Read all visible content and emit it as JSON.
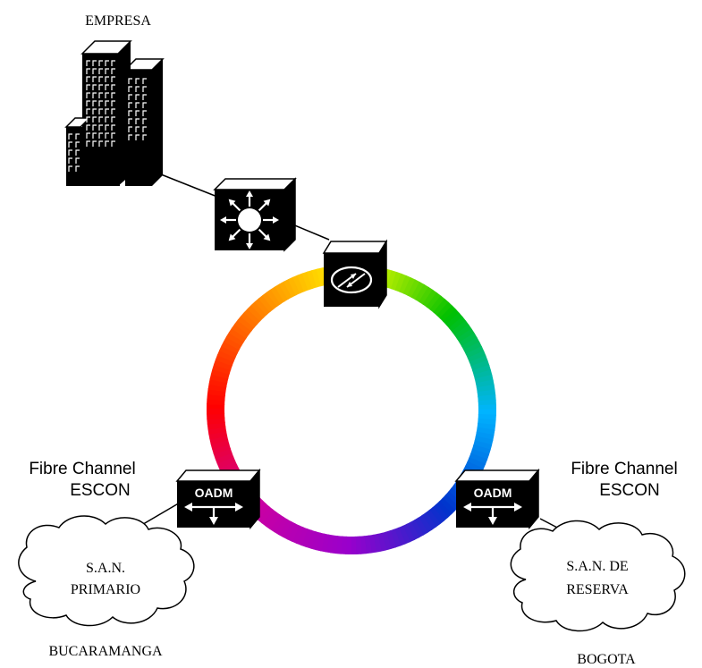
{
  "labels": {
    "empresa": "EMPRESA",
    "left_protocols": {
      "line1": "Fibre Channel",
      "line2": "ESCON"
    },
    "right_protocols": {
      "line1": "Fibre Channel",
      "line2": "ESCON"
    },
    "left_device": "OADM",
    "right_device": "OADM",
    "san_primary": {
      "line1": "S.A.N.",
      "line2": "PRIMARIO"
    },
    "san_backup": {
      "line1": "S.A.N. DE",
      "line2": "RESERVA"
    },
    "city_left": "BUCARAMANGA",
    "city_right": "BOGOTA"
  },
  "icons": {
    "building": "building-icon",
    "switch": "layer3-switch-icon",
    "ring_node": "optical-router-icon",
    "oadm": "oadm-icon",
    "cloud": "cloud-icon"
  },
  "colors": {
    "ring_spectrum": [
      "#ff0000",
      "#ff8000",
      "#ffff00",
      "#00c000",
      "#00b4ff",
      "#0033cc",
      "#9900cc",
      "#cc00a0",
      "#ff0000"
    ],
    "device_fill": "#000000",
    "line": "#000000"
  }
}
